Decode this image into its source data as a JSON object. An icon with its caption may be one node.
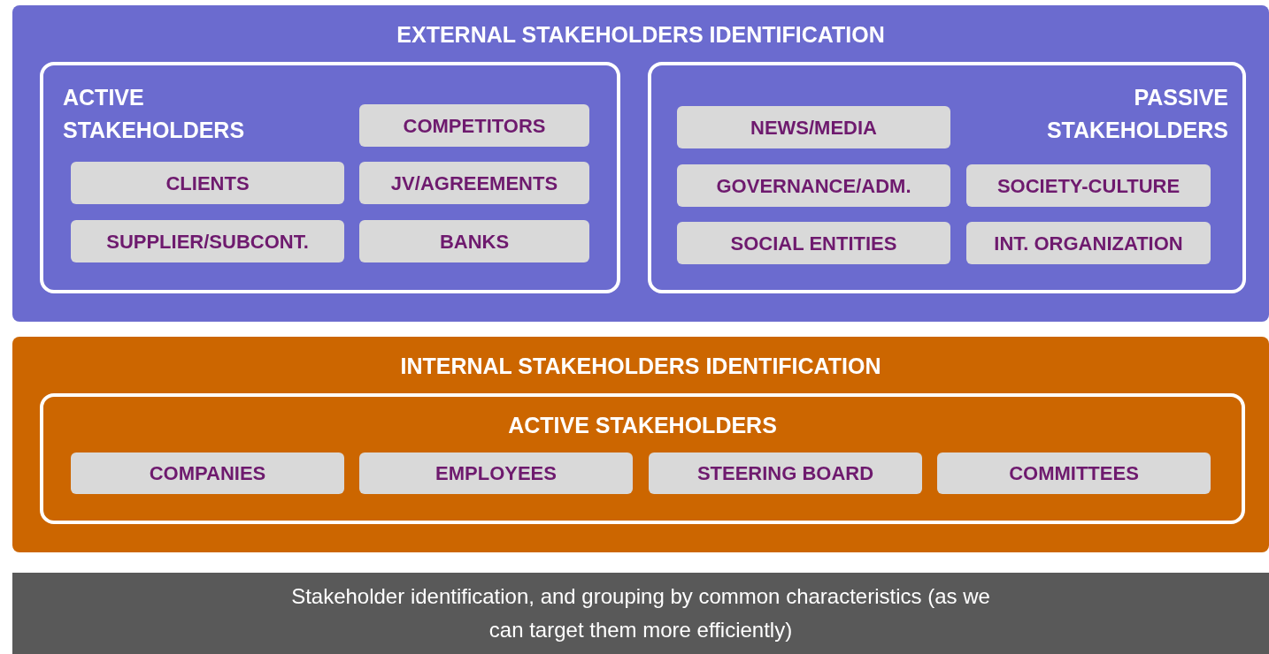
{
  "diagram": {
    "nodes": [
      {
        "text": [
          "EXTERNAL STAKEHOLDERS IDENTIFICATION"
        ]
      },
      {
        "text": [
          "ACTIVE STAKEHOLDERS"
        ],
        "in": 0
      },
      {
        "text": [
          "COMPETITORS"
        ],
        "in": 1
      },
      {
        "text": [
          "CLIENTS"
        ],
        "in": 1
      },
      {
        "text": [
          "JV/AGREEMENTS"
        ],
        "in": 1
      },
      {
        "text": [
          "SUPPLIER/SUBCONT."
        ],
        "in": 1
      },
      {
        "text": [
          "BANKS"
        ],
        "in": 1
      },
      {
        "text": [
          "PASSIVE STAKEHOLDERS"
        ],
        "in": 0
      },
      {
        "text": [
          "NEWS/MEDIA"
        ],
        "in": 7
      },
      {
        "text": [
          "GOVERNANCE/ADM."
        ],
        "in": 7
      },
      {
        "text": [
          "SOCIETY-CULTURE"
        ],
        "in": 7
      },
      {
        "text": [
          "SOCIAL ENTITIES"
        ],
        "in": 7
      },
      {
        "text": [
          "INT. ORGANIZATION"
        ],
        "in": 7
      },
      {
        "text": [
          "INTERNAL STAKEHOLDERS IDENTIFICATION"
        ]
      },
      {
        "text": [
          "ACTIVE STAKEHOLDERS"
        ],
        "in": 13
      },
      {
        "text": [
          "COMPANIES"
        ],
        "in": 14
      },
      {
        "text": [
          "EMPLOYEES"
        ],
        "in": 14
      },
      {
        "text": [
          "STEERING BOARD"
        ],
        "in": 14
      },
      {
        "text": [
          "COMMITTEES"
        ],
        "in": 14
      },
      {
        "text": [
          "Stakeholder identification, and grouping by common characteristics (as we can target them more efficiently)"
        ]
      }
    ]
  }
}
